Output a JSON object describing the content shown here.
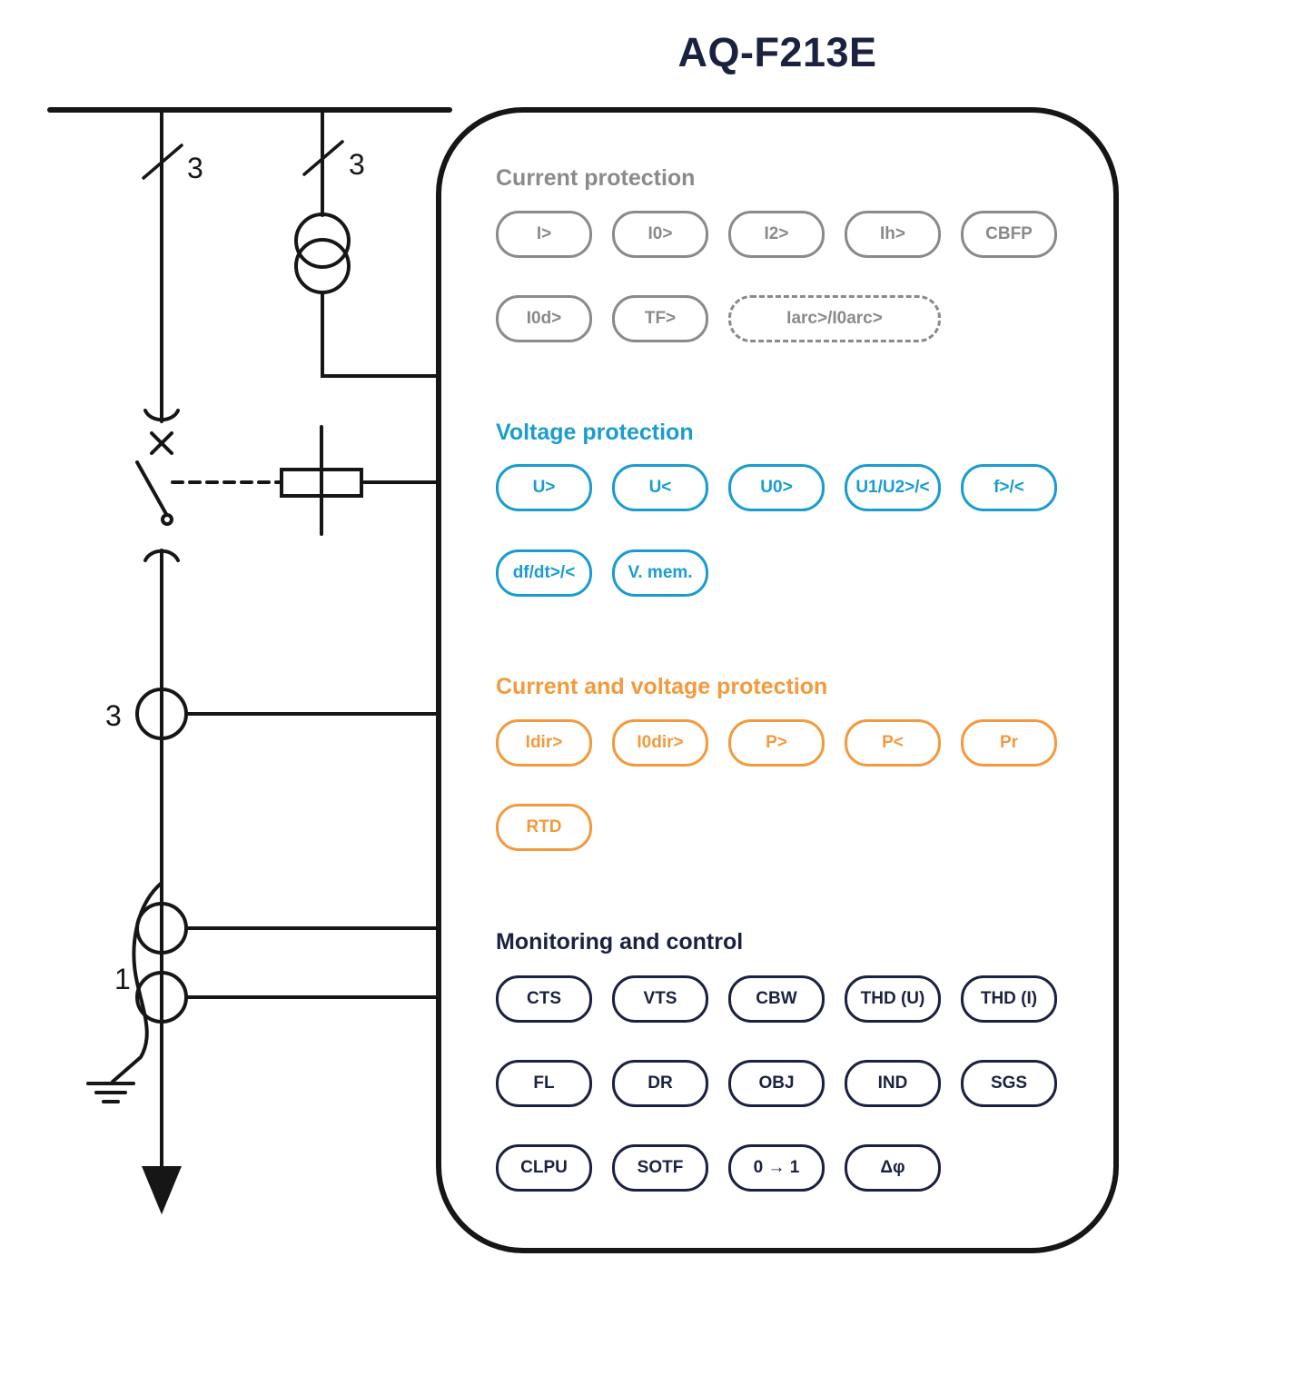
{
  "title": "AQ-F213E",
  "title_color": "#1b2140",
  "ink_color": "#161616",
  "diagram": {
    "labels": {
      "feeder_ct_count": "3",
      "transformer_ct_count": "3",
      "phase_ct_count": "3",
      "ring_ct_count": "1"
    }
  },
  "panel": {
    "groups": [
      {
        "heading": "Current protection",
        "color": "#8a8a8a",
        "rows": [
          [
            {
              "label": "I>"
            },
            {
              "label": "I0>"
            },
            {
              "label": "I2>"
            },
            {
              "label": "Ih>"
            },
            {
              "label": "CBFP"
            }
          ],
          [
            {
              "label": "I0d>"
            },
            {
              "label": "TF>"
            },
            {
              "label": "Iarc>/I0arc>",
              "dashed": true,
              "wide": true
            }
          ]
        ]
      },
      {
        "heading": "Voltage protection",
        "color": "#1a9cd0",
        "rows": [
          [
            {
              "label": "U>"
            },
            {
              "label": "U<"
            },
            {
              "label": "U0>"
            },
            {
              "label": "U1/U2>/<"
            },
            {
              "label": "f>/<"
            }
          ],
          [
            {
              "label": "df/dt>/<"
            },
            {
              "label": "V. mem."
            }
          ]
        ]
      },
      {
        "heading": "Current and voltage protection",
        "color": "#f39a3d",
        "rows": [
          [
            {
              "label": "Idir>"
            },
            {
              "label": "I0dir>"
            },
            {
              "label": "P>"
            },
            {
              "label": "P<"
            },
            {
              "label": "Pr"
            }
          ],
          [
            {
              "label": "RTD"
            }
          ]
        ]
      },
      {
        "heading": "Monitoring and control",
        "color": "#1b2140",
        "rows": [
          [
            {
              "label": "CTS"
            },
            {
              "label": "VTS"
            },
            {
              "label": "CBW"
            },
            {
              "label": "THD (U)"
            },
            {
              "label": "THD (I)"
            }
          ],
          [
            {
              "label": "FL"
            },
            {
              "label": "DR"
            },
            {
              "label": "OBJ"
            },
            {
              "label": "IND"
            },
            {
              "label": "SGS"
            }
          ],
          [
            {
              "label": "CLPU"
            },
            {
              "label": "SOTF"
            },
            {
              "label": "0 → 1"
            },
            {
              "label": "Δφ"
            }
          ]
        ]
      }
    ]
  }
}
